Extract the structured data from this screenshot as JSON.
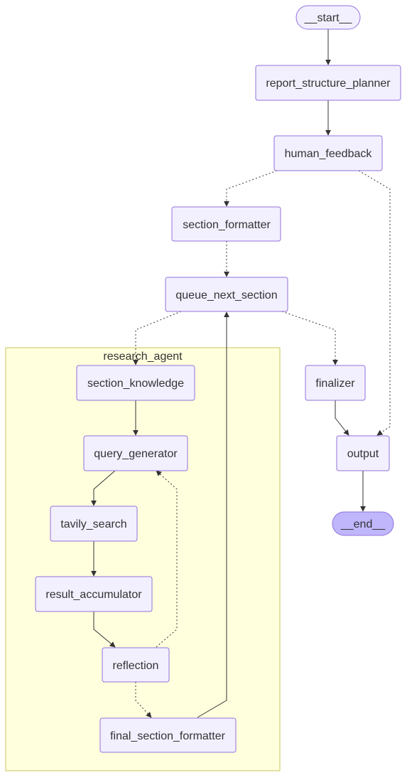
{
  "colors": {
    "node_fill": "#f2f0ff",
    "node_stroke": "#9370db",
    "terminal_end_fill": "#bfb6fc",
    "cluster_fill": "#ffffde",
    "cluster_stroke": "#c8c65d",
    "edge_color": "#333333",
    "text_color": "#333333"
  },
  "cluster": {
    "label": "research_agent"
  },
  "nodes": {
    "start": "__start__",
    "report_structure_planner": "report_structure_planner",
    "human_feedback": "human_feedback",
    "section_formatter": "section_formatter",
    "queue_next_section": "queue_next_section",
    "section_knowledge": "section_knowledge",
    "query_generator": "query_generator",
    "tavily_search": "tavily_search",
    "result_accumulator": "result_accumulator",
    "reflection": "reflection",
    "final_section_formatter": "final_section_formatter",
    "finalizer": "finalizer",
    "output": "output",
    "end": "__end__"
  },
  "edges": [
    {
      "from": "__start__",
      "to": "report_structure_planner",
      "style": "solid"
    },
    {
      "from": "report_structure_planner",
      "to": "human_feedback",
      "style": "solid"
    },
    {
      "from": "human_feedback",
      "to": "section_formatter",
      "style": "dotted"
    },
    {
      "from": "human_feedback",
      "to": "output",
      "style": "dotted"
    },
    {
      "from": "section_formatter",
      "to": "queue_next_section",
      "style": "dotted"
    },
    {
      "from": "queue_next_section",
      "to": "section_knowledge",
      "style": "dotted"
    },
    {
      "from": "queue_next_section",
      "to": "finalizer",
      "style": "dotted"
    },
    {
      "from": "section_knowledge",
      "to": "query_generator",
      "style": "solid"
    },
    {
      "from": "query_generator",
      "to": "tavily_search",
      "style": "solid"
    },
    {
      "from": "tavily_search",
      "to": "result_accumulator",
      "style": "solid"
    },
    {
      "from": "result_accumulator",
      "to": "reflection",
      "style": "solid"
    },
    {
      "from": "reflection",
      "to": "query_generator",
      "style": "dotted"
    },
    {
      "from": "reflection",
      "to": "final_section_formatter",
      "style": "dotted"
    },
    {
      "from": "final_section_formatter",
      "to": "queue_next_section",
      "style": "solid"
    },
    {
      "from": "finalizer",
      "to": "output",
      "style": "solid"
    },
    {
      "from": "output",
      "to": "__end__",
      "style": "solid"
    }
  ]
}
